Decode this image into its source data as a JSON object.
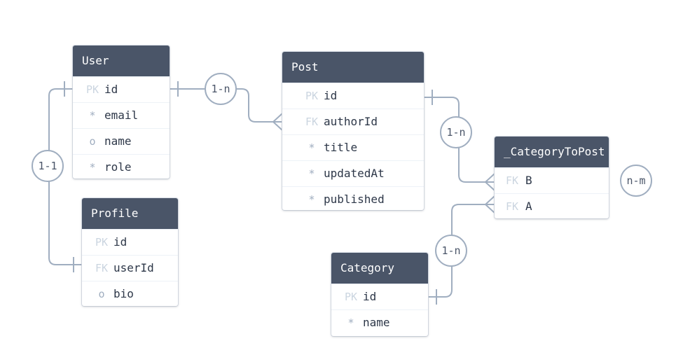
{
  "entities": {
    "user": {
      "name": "User",
      "fields": [
        {
          "mark": "PK",
          "name": "id"
        },
        {
          "mark": "*",
          "name": "email"
        },
        {
          "mark": "o",
          "name": "name"
        },
        {
          "mark": "*",
          "name": "role"
        }
      ]
    },
    "post": {
      "name": "Post",
      "fields": [
        {
          "mark": "PK",
          "name": "id"
        },
        {
          "mark": "FK",
          "name": "authorId"
        },
        {
          "mark": "*",
          "name": "title"
        },
        {
          "mark": "*",
          "name": "updatedAt"
        },
        {
          "mark": "*",
          "name": "published"
        }
      ]
    },
    "profile": {
      "name": "Profile",
      "fields": [
        {
          "mark": "PK",
          "name": "id"
        },
        {
          "mark": "FK",
          "name": "userId"
        },
        {
          "mark": "o",
          "name": "bio"
        }
      ]
    },
    "category_to_post": {
      "name": "_CategoryToPost",
      "fields": [
        {
          "mark": "FK",
          "name": "B"
        },
        {
          "mark": "FK",
          "name": "A"
        }
      ]
    },
    "category": {
      "name": "Category",
      "fields": [
        {
          "mark": "PK",
          "name": "id"
        },
        {
          "mark": "*",
          "name": "name"
        }
      ]
    }
  },
  "relations": {
    "user_profile": "1-1",
    "user_post": "1-n",
    "post_category_to_post": "1-n",
    "category_category_to_post": "1-n",
    "category_post": "n-m"
  },
  "colors": {
    "header_bg": "#4a5568",
    "header_text": "#ffffff",
    "edge": "#a0aec0",
    "key_mark": "#cbd5e0"
  }
}
